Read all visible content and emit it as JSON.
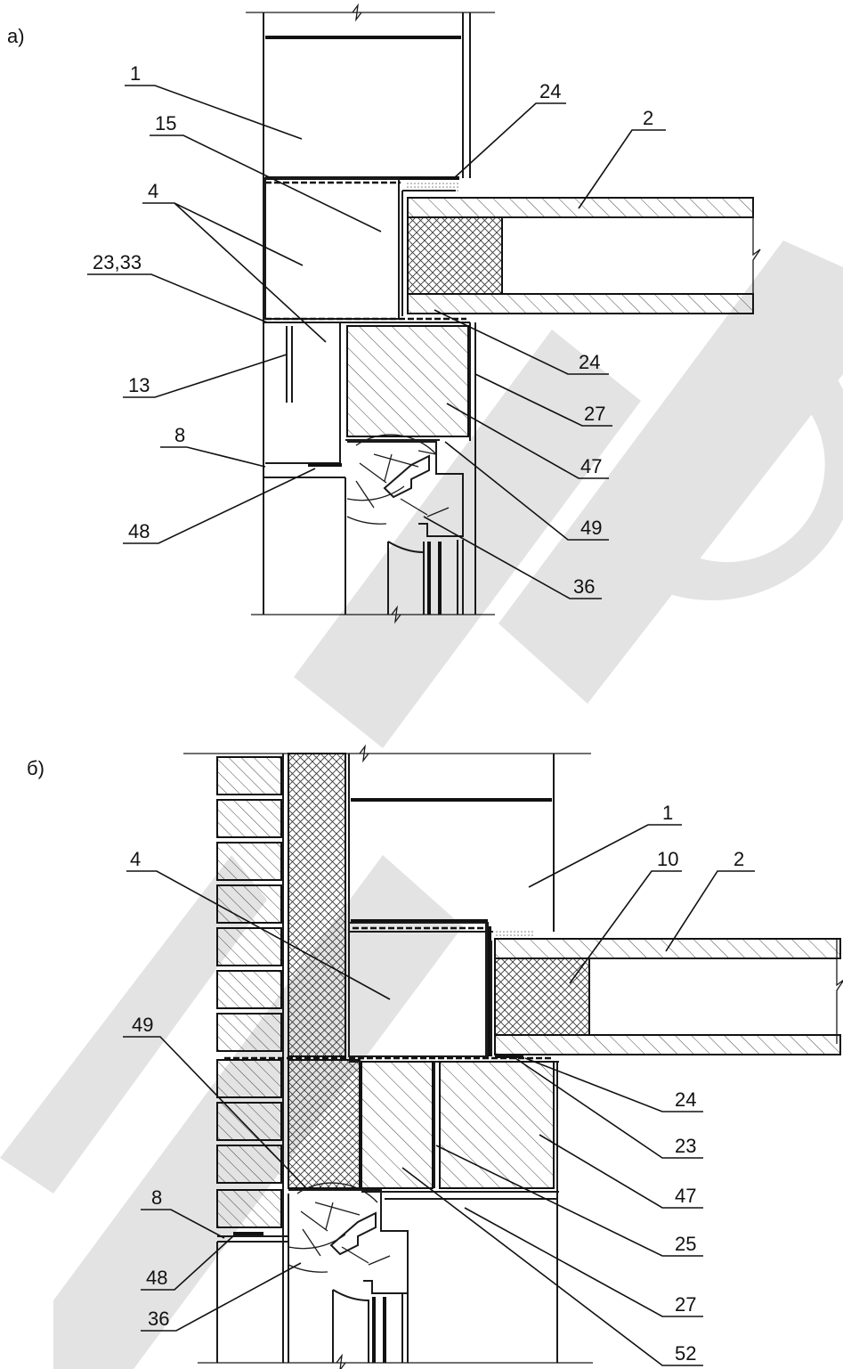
{
  "panels": [
    {
      "title": "а)",
      "callouts": [
        "1",
        "15",
        "24",
        "2",
        "4",
        "23,33",
        "13",
        "8",
        "48",
        "24",
        "27",
        "47",
        "49",
        "36"
      ]
    },
    {
      "title": "б)",
      "callouts": [
        "1",
        "10",
        "2",
        "4",
        "49",
        "8",
        "48",
        "36",
        "24",
        "23",
        "47",
        "25",
        "27",
        "52"
      ]
    }
  ],
  "colors": {
    "line": "#1a1a1a",
    "watermark": "#e3e3e3",
    "background": "#ffffff"
  }
}
